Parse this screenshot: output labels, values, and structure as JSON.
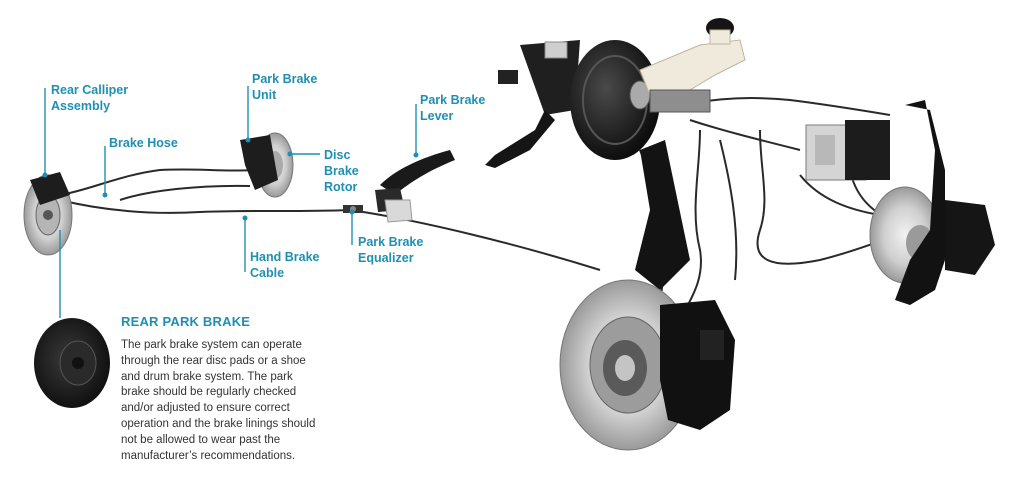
{
  "diagram": {
    "callouts": {
      "rear_caliper": [
        "Rear Calliper",
        "Assembly"
      ],
      "brake_hose": [
        "Brake Hose"
      ],
      "park_brake_unit": [
        "Park Brake",
        "Unit"
      ],
      "disc_brake_rotor": [
        "Disc",
        "Brake",
        "Rotor"
      ],
      "park_brake_lever": [
        "Park Brake",
        "Lever"
      ],
      "hand_brake_cable": [
        "Hand Brake",
        "Cable"
      ],
      "park_brake_equalizer": [
        "Park Brake",
        "Equalizer"
      ]
    },
    "info_box": {
      "title": "REAR PARK BRAKE",
      "body_lines": [
        "The park brake system can operate",
        "through the rear disc pads or a shoe",
        "and drum brake system. The park",
        "brake should be regularly checked",
        "and/or adjusted to ensure correct",
        "operation and the brake linings should",
        "not be allowed to wear past the",
        "manufacturer’s recommendations."
      ]
    },
    "colors": {
      "accent": "#1f8fb3",
      "body_text": "#333333",
      "metal_dark": "#1c1c1c",
      "rotor_silver": "#c9c9c9",
      "reservoir": "#efeadb"
    }
  }
}
